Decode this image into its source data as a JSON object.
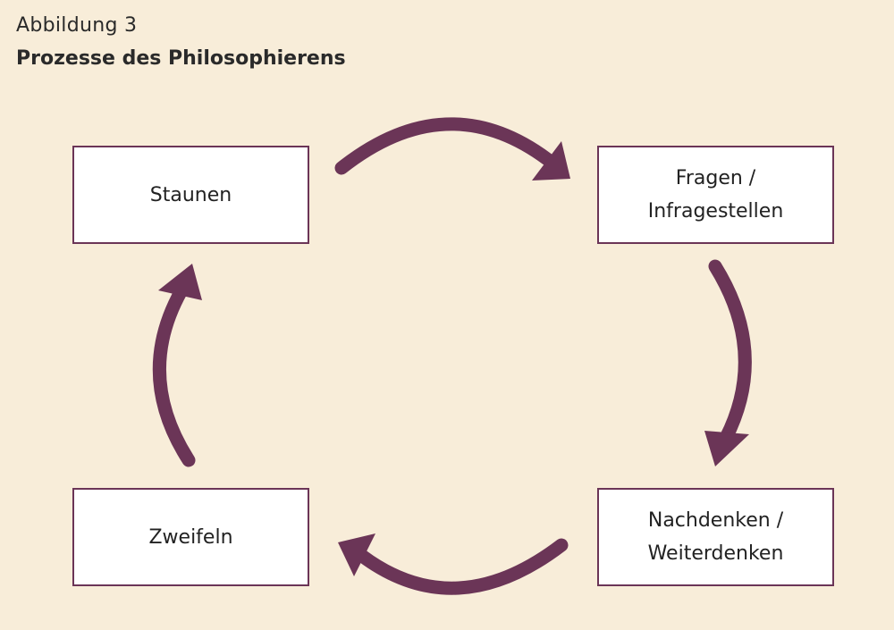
{
  "figure": {
    "label": "Abbildung 3",
    "title": "Prozesse des Philosophierens"
  },
  "colors": {
    "background": "#f8edd9",
    "accent": "#6b3557",
    "box_fill": "#ffffff"
  },
  "nodes": [
    {
      "lines": [
        "Staunen"
      ]
    },
    {
      "lines": [
        "Fragen /",
        "Infragestellen"
      ]
    },
    {
      "lines": [
        "Nachdenken /",
        "Weiterdenken"
      ]
    },
    {
      "lines": [
        "Zweifeln"
      ]
    }
  ]
}
